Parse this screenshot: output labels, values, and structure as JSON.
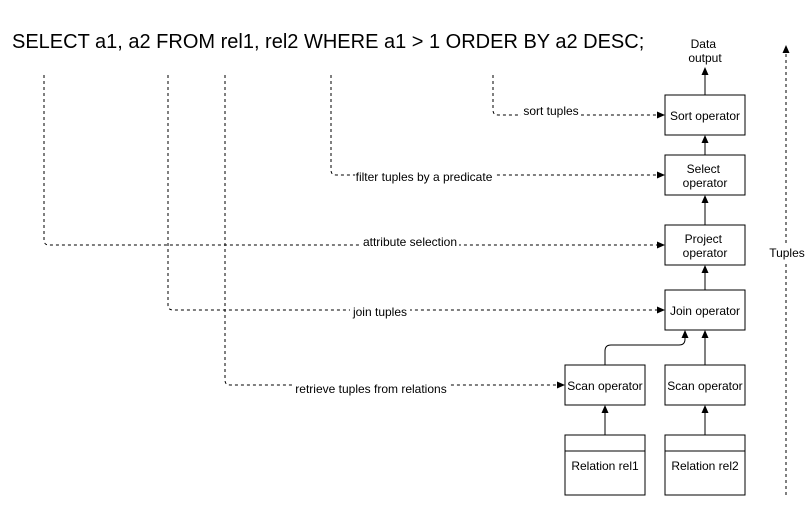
{
  "query": "SELECT a1, a2 FROM rel1, rel2 WHERE a1 > 1 ORDER BY a2  DESC;",
  "data_output": [
    "Data",
    "output"
  ],
  "tuples_label": "Tuples",
  "operators": {
    "sort": [
      "Sort operator"
    ],
    "select": [
      "Select",
      "operator"
    ],
    "project": [
      "Project",
      "operator"
    ],
    "join": [
      "Join operator"
    ],
    "scan1": [
      "Scan operator"
    ],
    "scan2": [
      "Scan operator"
    ],
    "rel1": [
      "Relation rel1"
    ],
    "rel2": [
      "Relation rel2"
    ]
  },
  "annotations": {
    "sort": "sort tuples",
    "filter": "filter tuples by a predicate",
    "attr": "attribute selection",
    "join": "join tuples",
    "retrieve": "retrieve tuples from relations"
  }
}
